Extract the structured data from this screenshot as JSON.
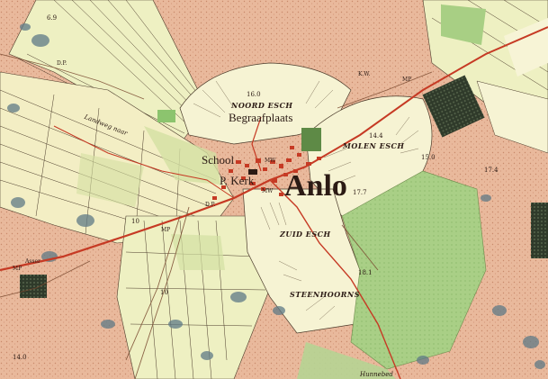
{
  "map": {
    "town": "Anlo",
    "labels": {
      "school": "School",
      "church": "P. Kerk",
      "cemetery": "Begraafplaats",
      "noord_esch": "NOORD ESCH",
      "molen_esch": "MOLEN ESCH",
      "zuid_esch": "ZUID ESCH",
      "steenhoorns": "STEENHOORNS",
      "hunnebed": "Hunnebed",
      "road_north": "Landweg naar",
      "road_asser": "Asser"
    },
    "elevations": {
      "noord_esch": "16.0",
      "molen_esch": "14.4",
      "east": "15.0",
      "far_east": "17.4",
      "town_center": "17.7",
      "south": "18.1",
      "top_left": "6.9",
      "bottom_left": "14.0",
      "west": "10",
      "southwest": "10"
    },
    "markers": {
      "mp": "MP",
      "dp": "D.P.",
      "mw": "MW",
      "kw": "K.W."
    },
    "colors": {
      "heath": "#e9b99c",
      "field": "#f4f0cb",
      "pasture": "#c9dc9a",
      "meadow": "#a8cf84",
      "forest": "#3d4a35",
      "road": "#c63a24",
      "water": "#5f7a86"
    }
  }
}
